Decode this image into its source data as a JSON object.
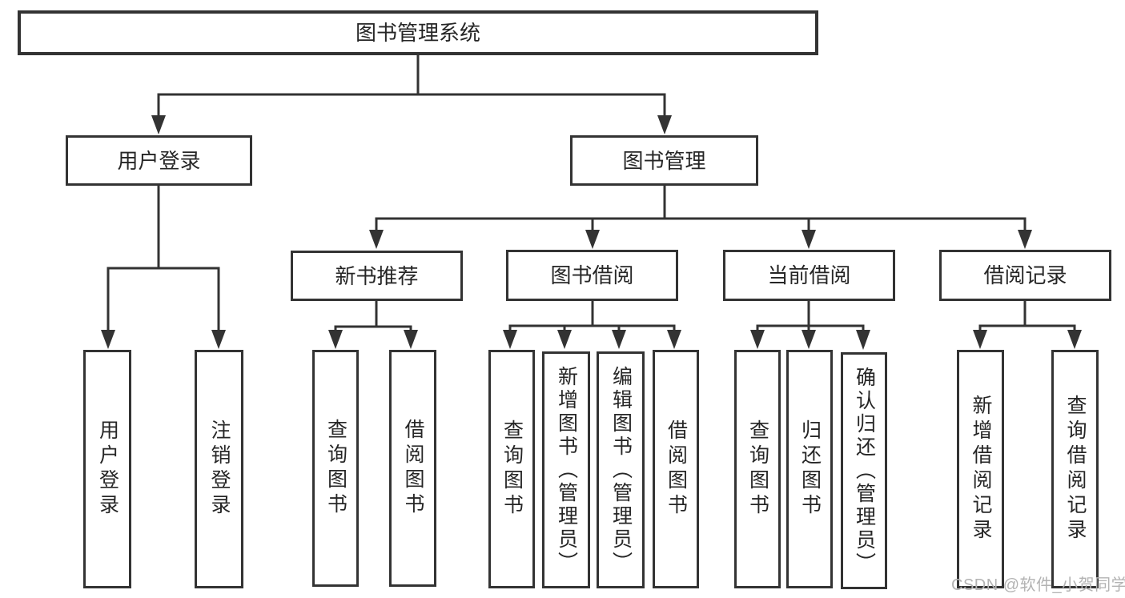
{
  "diagram": {
    "title": "图书管理系统",
    "type": "hierarchy-tree",
    "colors": {
      "line": "#333333",
      "box_border": "#333333",
      "box_background": "#ffffff",
      "text": "#262626",
      "watermark": "#b3b3b3"
    },
    "nodes": {
      "root": {
        "label": "图书管理系统"
      },
      "user_login": {
        "label": "用户登录"
      },
      "book_mgmt": {
        "label": "图书管理"
      },
      "new_book_rec": {
        "label": "新书推荐"
      },
      "book_borrow": {
        "label": "图书借阅"
      },
      "current_borrow": {
        "label": "当前借阅"
      },
      "borrow_records": {
        "label": "借阅记录"
      },
      "leaf_user_login": {
        "label": "用户登录"
      },
      "leaf_logout": {
        "label": "注销登录"
      },
      "leaf_query_book_1": {
        "label": "查询图书"
      },
      "leaf_borrow_book_1": {
        "label": "借阅图书"
      },
      "leaf_query_book_2": {
        "label": "查询图书"
      },
      "leaf_add_book": {
        "label": "新增图书（管理员）"
      },
      "leaf_edit_book": {
        "label": "编辑图书（管理员）"
      },
      "leaf_borrow_book_2": {
        "label": "借阅图书"
      },
      "leaf_query_book_3": {
        "label": "查询图书"
      },
      "leaf_return_book": {
        "label": "归还图书"
      },
      "leaf_confirm_return": {
        "label": "确认归还（管理员）"
      },
      "leaf_add_record": {
        "label": "新增借阅记录"
      },
      "leaf_query_record": {
        "label": "查询借阅记录"
      }
    },
    "hierarchy": {
      "图书管理系统": {
        "用户登录": [
          "用户登录",
          "注销登录"
        ],
        "图书管理": {
          "新书推荐": [
            "查询图书",
            "借阅图书"
          ],
          "图书借阅": [
            "查询图书",
            "新增图书（管理员）",
            "编辑图书（管理员）",
            "借阅图书"
          ],
          "当前借阅": [
            "查询图书",
            "归还图书",
            "确认归还（管理员）"
          ],
          "借阅记录": [
            "新增借阅记录",
            "查询借阅记录"
          ]
        }
      }
    }
  },
  "watermark": {
    "text": "CSDN @软件_小贺同学"
  }
}
